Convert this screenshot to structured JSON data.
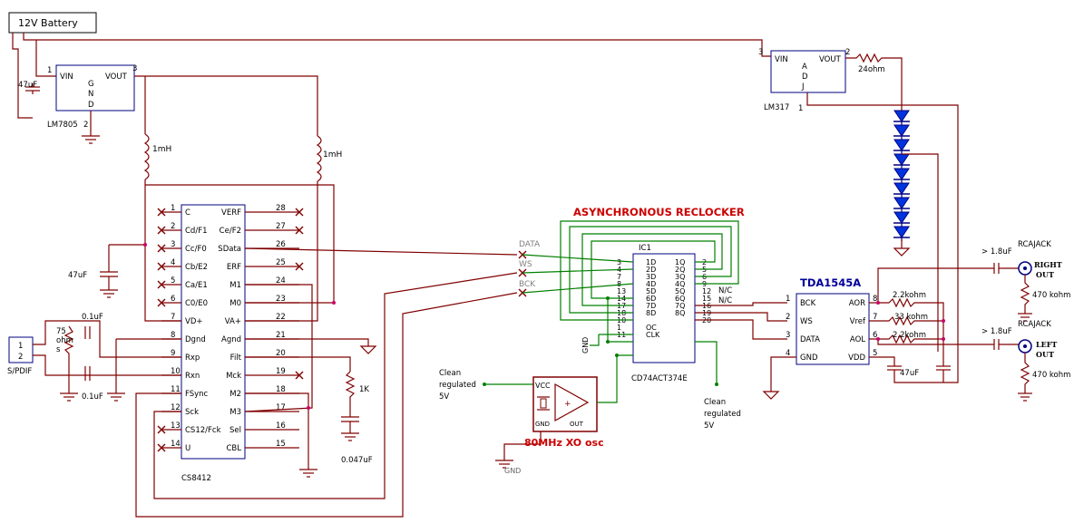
{
  "title": "ASYNCHRONOUS RECLOCKER",
  "battery": {
    "label": "12V Battery"
  },
  "colors": {
    "wire": "#800000",
    "green_wire": "#008000",
    "box": "#000080",
    "led": "#0033dd",
    "title": "#cc0000",
    "title_blue": "#000099"
  },
  "lm7805": {
    "name": "LM7805",
    "vin": "VIN",
    "vout": "VOUT",
    "g": "G",
    "n": "N",
    "d": "D",
    "pin1": "1",
    "pin2": "2",
    "pin3": "3",
    "cap": "47uF"
  },
  "lm317": {
    "name": "LM317",
    "vin": "VIN",
    "vout": "VOUT",
    "a": "A",
    "d": "D",
    "j": "J",
    "pin1": "1",
    "pin2": "2",
    "pin3": "3",
    "res": "24ohm"
  },
  "inductors": {
    "l1": "1mH",
    "l2": "1mH"
  },
  "cs8412": {
    "name": "CS8412",
    "left_pins": [
      {
        "n": "1",
        "l": "C"
      },
      {
        "n": "2",
        "l": "Cd/F1"
      },
      {
        "n": "3",
        "l": "Cc/F0"
      },
      {
        "n": "4",
        "l": "Cb/E2"
      },
      {
        "n": "5",
        "l": "Ca/E1"
      },
      {
        "n": "6",
        "l": "C0/E0"
      },
      {
        "n": "7",
        "l": "VD+"
      },
      {
        "n": "8",
        "l": "Dgnd"
      },
      {
        "n": "9",
        "l": "Rxp"
      },
      {
        "n": "10",
        "l": "Rxn"
      },
      {
        "n": "11",
        "l": "FSync"
      },
      {
        "n": "12",
        "l": "Sck"
      },
      {
        "n": "13",
        "l": "CS12/Fck"
      },
      {
        "n": "14",
        "l": "U"
      }
    ],
    "right_pins": [
      {
        "n": "28",
        "l": "VERF"
      },
      {
        "n": "27",
        "l": "Ce/F2"
      },
      {
        "n": "26",
        "l": "SData"
      },
      {
        "n": "25",
        "l": "ERF"
      },
      {
        "n": "24",
        "l": "M1"
      },
      {
        "n": "23",
        "l": "M0"
      },
      {
        "n": "22",
        "l": "VA+"
      },
      {
        "n": "21",
        "l": "Agnd"
      },
      {
        "n": "20",
        "l": "Filt"
      },
      {
        "n": "19",
        "l": "Mck"
      },
      {
        "n": "18",
        "l": "M2"
      },
      {
        "n": "17",
        "l": "M3"
      },
      {
        "n": "16",
        "l": "Sel"
      },
      {
        "n": "15",
        "l": "CBL"
      }
    ]
  },
  "cs_parts": {
    "cap_vd": "47uF",
    "res_filt": "1K",
    "cap_filt": "0.047uF"
  },
  "spdif": {
    "name": "S/PDIF",
    "pin1": "1",
    "pin2": "2",
    "res": "75 ohms",
    "res_l1": "75",
    "res_l2": "ohm",
    "res_l3": "s",
    "cap1": "0.1uF",
    "cap2": "0.1uF"
  },
  "ic1": {
    "name": "IC1",
    "part": "CD74ACT374E",
    "left_pins": [
      {
        "n": "3",
        "l": "1D"
      },
      {
        "n": "4",
        "l": "2D"
      },
      {
        "n": "7",
        "l": "3D"
      },
      {
        "n": "8",
        "l": "4D"
      },
      {
        "n": "13",
        "l": "5D"
      },
      {
        "n": "14",
        "l": "6D"
      },
      {
        "n": "17",
        "l": "7D"
      },
      {
        "n": "18",
        "l": "8D"
      },
      {
        "n": "10",
        "l": ""
      },
      {
        "n": "1",
        "l": "OC"
      },
      {
        "n": "11",
        "l": "CLK"
      }
    ],
    "right_pins": [
      {
        "n": "2",
        "l": "1Q"
      },
      {
        "n": "5",
        "l": "2Q"
      },
      {
        "n": "6",
        "l": "3Q"
      },
      {
        "n": "9",
        "l": "4Q"
      },
      {
        "n": "12",
        "l": "5Q"
      },
      {
        "n": "15",
        "l": "6Q"
      },
      {
        "n": "16",
        "l": "7Q"
      },
      {
        "n": "19",
        "l": "8Q"
      },
      {
        "n": "20",
        "l": ""
      }
    ],
    "nc1": "N/C",
    "nc2": "N/C"
  },
  "signals": {
    "data": "DATA",
    "ws": "WS",
    "bck": "BCK"
  },
  "osc": {
    "name": "80MHz XO osc",
    "vcc": "VCC",
    "gnd": "GND",
    "out": "OUT",
    "gnd_label": "GND"
  },
  "clean5v": {
    "line1": "Clean",
    "line2": "regulated",
    "line3": "5V"
  },
  "gnd_label": "GND",
  "tda": {
    "name": "TDA1545A",
    "left_pins": [
      {
        "n": "1",
        "l": "BCK"
      },
      {
        "n": "2",
        "l": "WS"
      },
      {
        "n": "3",
        "l": "DATA"
      },
      {
        "n": "4",
        "l": "GND"
      }
    ],
    "right_pins": [
      {
        "n": "8",
        "l": "AOR"
      },
      {
        "n": "7",
        "l": "Vref"
      },
      {
        "n": "6",
        "l": "AOL"
      },
      {
        "n": "5",
        "l": "VDD"
      }
    ],
    "r1": "2.2kohm",
    "r2": "33 kohm",
    "r3": "2.2kohm",
    "cap": "47uF"
  },
  "outputs": {
    "cap_r": "> 1.8uF",
    "cap_l": "> 1.8uF",
    "jack_r": "RCAJACK",
    "jack_l": "RCAJACK",
    "right1": "RIGHT",
    "right2": "OUT",
    "left1": "LEFT",
    "left2": "OUT",
    "res_r": "470 kohm",
    "res_l": "470 kohm"
  }
}
